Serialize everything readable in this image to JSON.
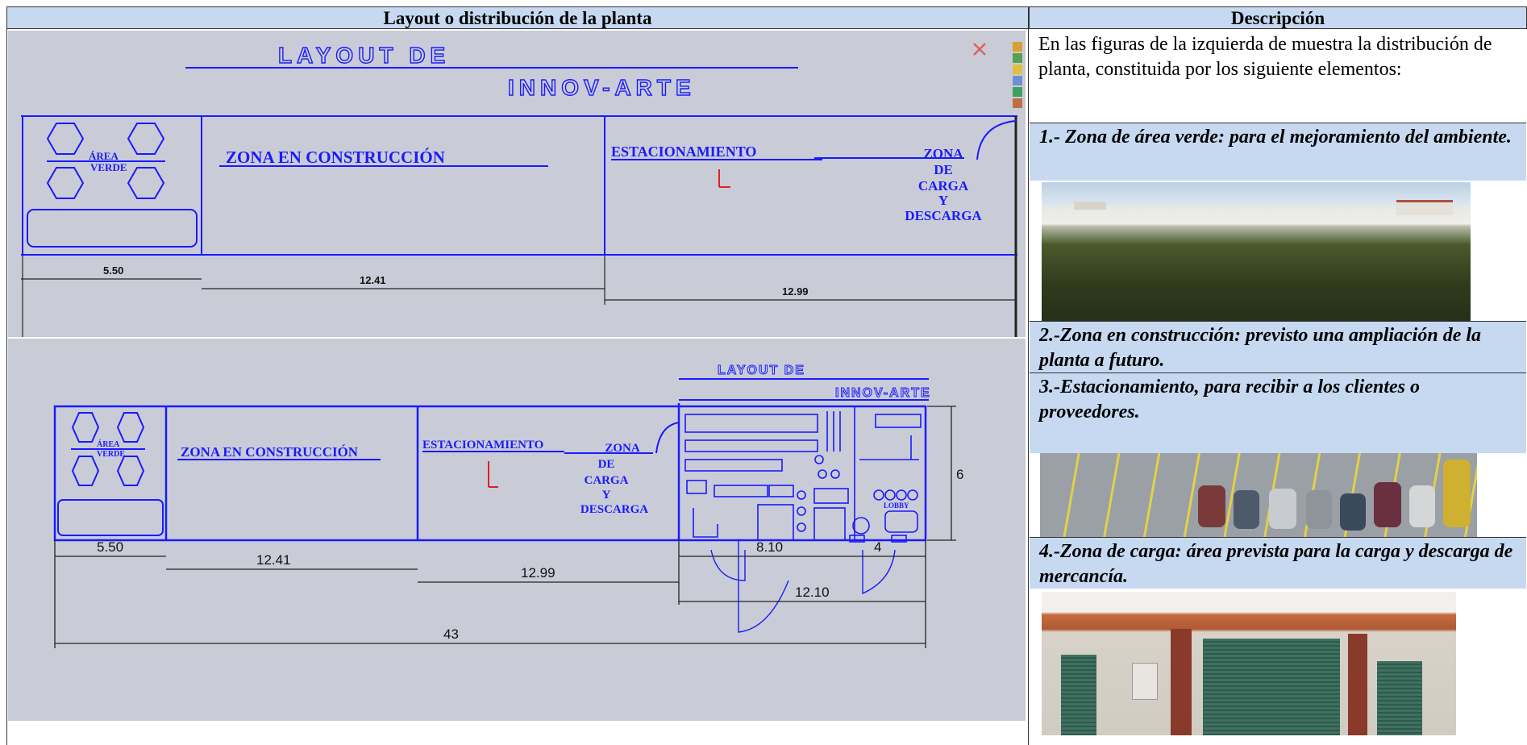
{
  "table": {
    "header_left": "Layout o distribución de la planta",
    "header_right": "Descripción"
  },
  "description": {
    "intro": "En las figuras de la izquierda de muestra la distribución de planta, constituida por los siguiente elementos:",
    "item1": "1.- Zona de área verde: para el mejoramiento del ambiente.",
    "item2": "2.-Zona en construcción: previsto una ampliación de la planta a futuro.",
    "item3": "3.-Estacionamiento, para recibir a los clientes o proveedores.",
    "item4": "4.-Zona de carga: área prevista para la carga y descarga de mercancía."
  },
  "drawing_top": {
    "title_line1": "LAYOUT DE",
    "title_line2": "INNOV-ARTE",
    "area_line1": "ÁREA",
    "area_line2": "VERDE",
    "construccion": "ZONA EN CONSTRUCCIÓN",
    "estacionamiento": "ESTACIONAMIENTO",
    "zona_carga": [
      "ZONA",
      "DE",
      "CARGA",
      "Y",
      "DESCARGA"
    ],
    "dim_1": "5.50",
    "dim_2": "12.41",
    "dim_3": "12.99"
  },
  "drawing_bottom": {
    "title_line1": "LAYOUT DE",
    "title_line2": "INNOV-ARTE",
    "area_line1": "ÁREA",
    "area_line2": "VERDE",
    "construccion": "ZONA EN CONSTRUCCIÓN",
    "estacionamiento": "ESTACIONAMIENTO",
    "zona_carga": [
      "ZONA",
      "DE",
      "CARGA",
      "Y",
      "DESCARGA"
    ],
    "lobby": "LOBBY",
    "dim_1": "5.50",
    "dim_2": "12.41",
    "dim_3": "12.99",
    "dim_4": "8.10",
    "dim_5": "4",
    "dim_6": "12.10",
    "dim_7": "6",
    "dim_total": "43"
  },
  "colors": {
    "header_bg": "#c6d9f1",
    "cad_bg": "#c9ccd6",
    "cad_line": "#1a1aff"
  }
}
